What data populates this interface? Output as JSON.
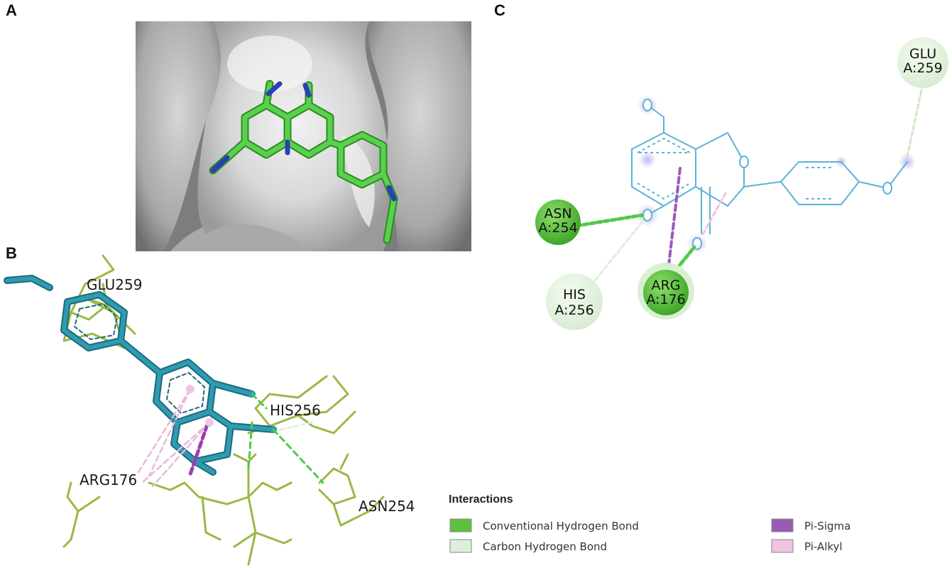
{
  "panels": {
    "a": "A",
    "b": "B",
    "c": "C"
  },
  "panel_b_labels": {
    "glu": "GLU259",
    "his": "HIS256",
    "arg": "ARG176",
    "asn": "ASN254"
  },
  "panel_c_residues": {
    "glu": {
      "name": "GLU",
      "id": "A:259"
    },
    "asn": {
      "name": "ASN",
      "id": "A:254"
    },
    "his": {
      "name": "HIS",
      "id": "A:256"
    },
    "arg": {
      "name": "ARG",
      "id": "A:176"
    }
  },
  "legend": {
    "title": "Interactions",
    "items": [
      {
        "label": "Conventional Hydrogen Bond",
        "color": "#5fbf3f"
      },
      {
        "label": "Carbon Hydrogen Bond",
        "color": "#dcefd8"
      },
      {
        "label": "Pi-Sigma",
        "color": "#9b59b6"
      },
      {
        "label": "Pi-Alkyl",
        "color": "#f0c4de"
      }
    ]
  },
  "colors": {
    "ligand_stick": "#2f9bb0",
    "protein_stick": "#9ab846",
    "ligand_2d": "#5bb3d6",
    "surface_bg": "#8c8c8c",
    "docked_ligand": "#52c94a",
    "nitrogen": "#2b3fb5"
  }
}
